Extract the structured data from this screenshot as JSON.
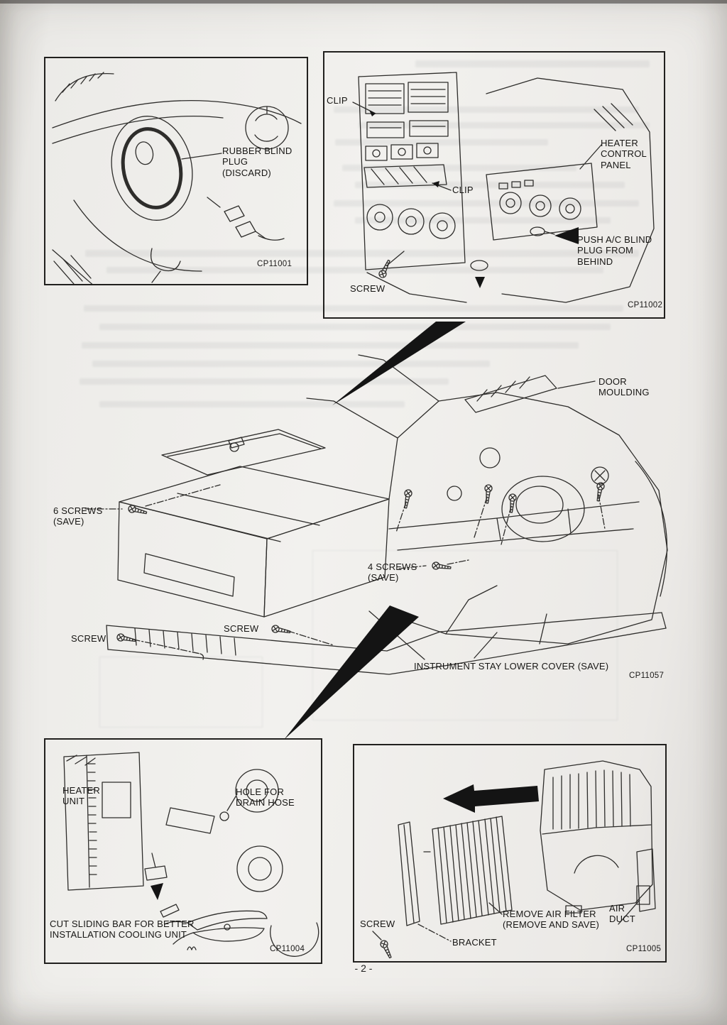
{
  "page": {
    "number_label": "- 2 -"
  },
  "colors": {
    "ink": "#21201e",
    "paper": "#f0efeb"
  },
  "figures": {
    "fig1": {
      "code": "CP11001",
      "labels": {
        "rubber_blind_plug": "RUBBER BLIND\nPLUG\n(DISCARD)"
      }
    },
    "fig2": {
      "code": "CP11002",
      "labels": {
        "clip_top": "CLIP",
        "clip_mid": "CLIP",
        "heater_control_panel": "HEATER\nCONTROL\nPANEL",
        "push_ac_blind": "PUSH A/C BLIND\nPLUG FROM\nBEHIND",
        "screw": "SCREW"
      }
    },
    "fig3": {
      "code": "CP11057",
      "labels": {
        "door_moulding": "DOOR\nMOULDING",
        "six_screws": "6 SCREWS\n(SAVE)",
        "four_screws": "4 SCREWS\n(SAVE)",
        "screw_left": "SCREW",
        "screw_mid": "SCREW",
        "instrument_stay": "INSTRUMENT STAY LOWER COVER (SAVE)"
      }
    },
    "fig4": {
      "code": "CP11004",
      "labels": {
        "heater_unit": "HEATER\nUNIT",
        "hole_for_drain_hose": "HOLE FOR\nDRAIN HOSE",
        "cut_sliding_bar": "CUT SLIDING BAR FOR BETTER\nINSTALLATION COOLING UNIT"
      }
    },
    "fig5": {
      "code": "CP11005",
      "labels": {
        "screw": "SCREW",
        "bracket": "BRACKET",
        "remove_air_filter": "REMOVE AIR FILTER\n(REMOVE AND SAVE)",
        "air_duct": "AIR\nDUCT"
      }
    }
  }
}
